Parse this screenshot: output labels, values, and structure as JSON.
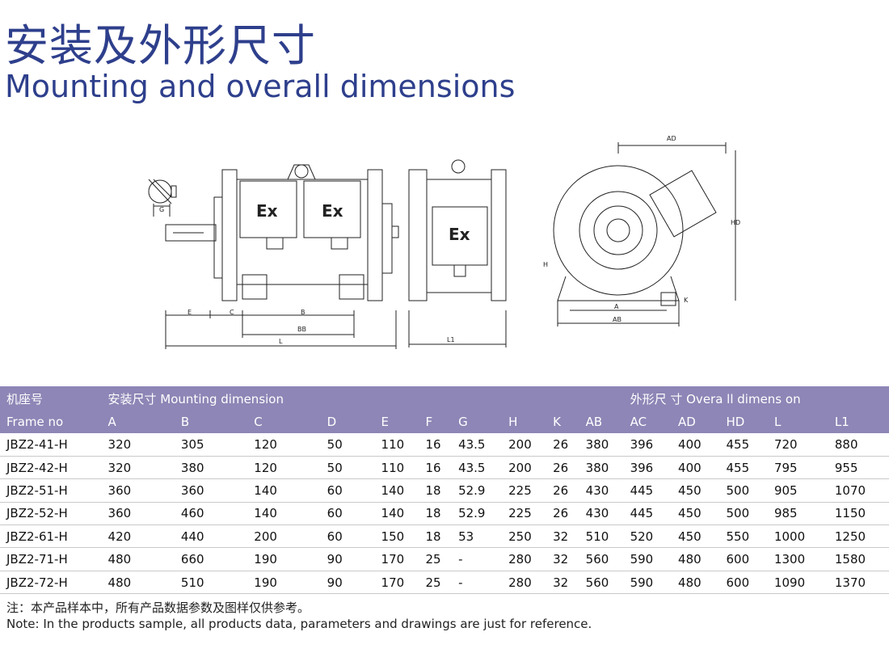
{
  "title_cn": "安装及外形尺寸",
  "title_en": "Mounting and overall dimensions",
  "drawing_labels": {
    "e": "E",
    "c": "C",
    "b": "B",
    "bb": "BB",
    "l": "L",
    "l1": "L1",
    "ad": "AD",
    "hd": "HD",
    "h": "H",
    "a": "A",
    "ab": "AB",
    "k": "K",
    "g": "G",
    "ex": "Ex"
  },
  "table": {
    "group_frame_cn": "机座号",
    "group_mount": "安装尺寸 Mounting dimension",
    "group_overall": "外形尺 寸 Overa ll dimens on",
    "frame_no": "Frame no",
    "columns": [
      "A",
      "B",
      "C",
      "D",
      "E",
      "F",
      "G",
      "H",
      "K",
      "AB",
      "AC",
      "AD",
      "HD",
      "L",
      "L1"
    ],
    "rows": [
      [
        "JBZ2-41-H",
        "320",
        "305",
        "120",
        "50",
        "110",
        "16",
        "43.5",
        "200",
        "26",
        "380",
        "396",
        "400",
        "455",
        "720",
        "880"
      ],
      [
        "JBZ2-42-H",
        "320",
        "380",
        "120",
        "50",
        "110",
        "16",
        "43.5",
        "200",
        "26",
        "380",
        "396",
        "400",
        "455",
        "795",
        "955"
      ],
      [
        "JBZ2-51-H",
        "360",
        "360",
        "140",
        "60",
        "140",
        "18",
        "52.9",
        "225",
        "26",
        "430",
        "445",
        "450",
        "500",
        "905",
        "1070"
      ],
      [
        "JBZ2-52-H",
        "360",
        "460",
        "140",
        "60",
        "140",
        "18",
        "52.9",
        "225",
        "26",
        "430",
        "445",
        "450",
        "500",
        "985",
        "1150"
      ],
      [
        "JBZ2-61-H",
        "420",
        "440",
        "200",
        "60",
        "150",
        "18",
        "53",
        "250",
        "32",
        "510",
        "520",
        "450",
        "550",
        "1000",
        "1250"
      ],
      [
        "JBZ2-71-H",
        "480",
        "660",
        "190",
        "90",
        "170",
        "25",
        "-",
        "280",
        "32",
        "560",
        "590",
        "480",
        "600",
        "1300",
        "1580"
      ],
      [
        "JBZ2-72-H",
        "480",
        "510",
        "190",
        "90",
        "170",
        "25",
        "-",
        "280",
        "32",
        "560",
        "590",
        "480",
        "600",
        "1090",
        "1370"
      ]
    ]
  },
  "note_cn": "注：本产品样本中，所有产品数据参数及图样仅供参考。",
  "note_en": "Note: In the products sample, all products data, parameters and drawings are just for reference.",
  "colors": {
    "title": "#2e3f8c",
    "header_bg": "#8d86b6"
  }
}
